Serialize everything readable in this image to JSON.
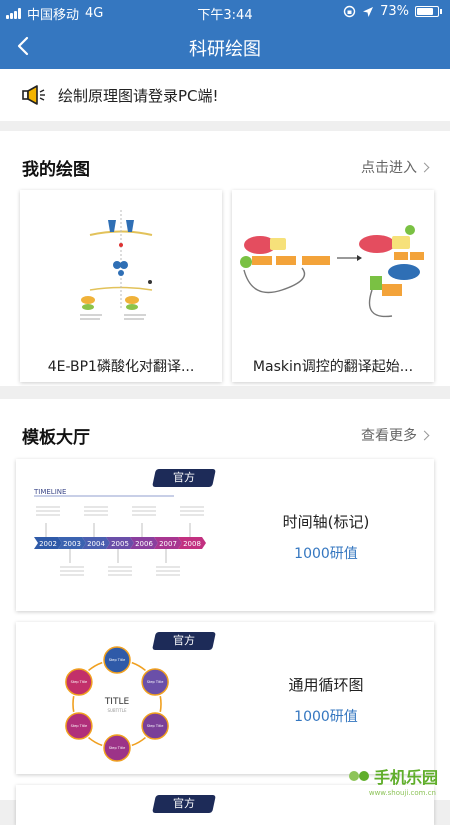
{
  "status": {
    "carrier": "中国移动",
    "network": "4G",
    "time": "下午3:44",
    "battery": "73%"
  },
  "header": {
    "title": "科研绘图"
  },
  "notice": {
    "text": "绘制原理图请登录PC端!"
  },
  "my_drawings": {
    "title": "我的绘图",
    "link": "点击进入",
    "items": [
      {
        "caption": "4E-BP1磷酸化对翻译..."
      },
      {
        "caption": "Maskin调控的翻译起始..."
      }
    ]
  },
  "templates": {
    "title": "模板大厅",
    "link": "查看更多",
    "items": [
      {
        "badge": "官方",
        "name": "时间轴(标记)",
        "price": "1000研值",
        "thumb": {
          "label": "TIMELINE",
          "years": [
            "2002",
            "2003",
            "2004",
            "2005",
            "2006",
            "2007",
            "2008"
          ]
        }
      },
      {
        "badge": "官方",
        "name": "通用循环图",
        "price": "1000研值",
        "thumb": {
          "center_title": "TITLE",
          "center_sub": "SUBTITLE",
          "node_label": "Step Title"
        }
      },
      {
        "badge": "官方"
      }
    ]
  },
  "watermark": {
    "text": "手机乐园",
    "sub": "www.shouji.com.cn"
  },
  "colors": {
    "primary": "#3577c0",
    "badge": "#1d2b58",
    "watermark": "#5fae2a"
  }
}
